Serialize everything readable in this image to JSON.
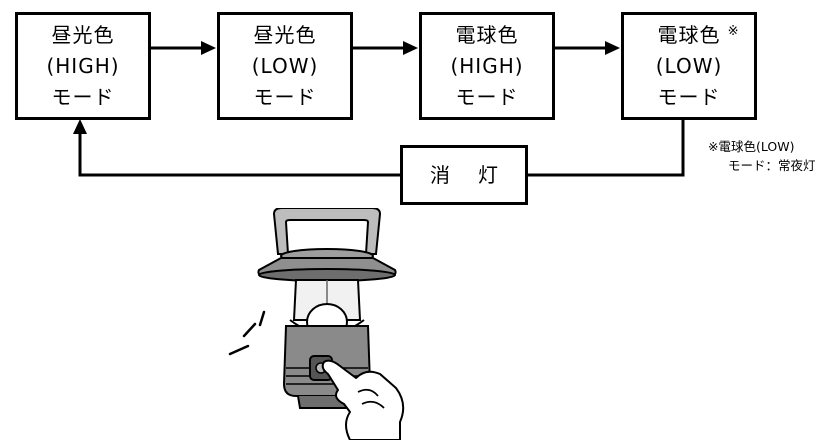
{
  "modes": [
    {
      "l1": "昼光色",
      "l2": "(HIGH)",
      "l3": "モード",
      "star": ""
    },
    {
      "l1": "昼光色",
      "l2": "(LOW)",
      "l3": "モード",
      "star": ""
    },
    {
      "l1": "電球色",
      "l2": "(HIGH)",
      "l3": "モード",
      "star": ""
    },
    {
      "l1": "電球色",
      "l2": "(LOW)",
      "l3": "モード",
      "star": "※"
    }
  ],
  "off": {
    "c1": "消",
    "c2": "灯"
  },
  "note": {
    "line1": "※電球色(LOW)",
    "line2": "モード：常夜灯"
  }
}
